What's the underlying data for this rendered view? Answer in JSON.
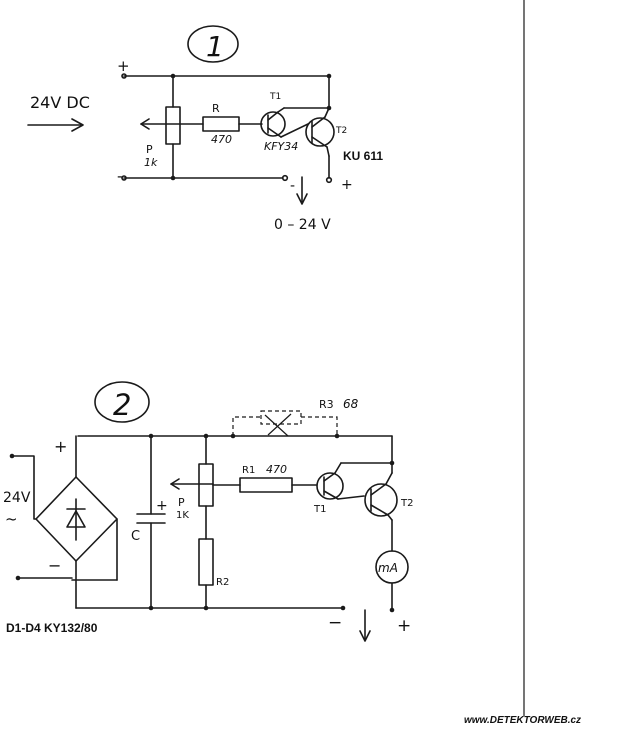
{
  "circuit1": {
    "number": "1",
    "supply": "24V DC",
    "plus_top": "+",
    "minus_left": "-",
    "pot_p": "P",
    "pot_value": "1k",
    "resistor_name": "R",
    "resistor_value": "470",
    "t1": "T1",
    "t1_type": "KFY34",
    "t2": "T2",
    "t2_type": "KU 611",
    "out_minus": "-",
    "out_plus": "+",
    "output_range": "0 – 24 V"
  },
  "circuit2": {
    "number": "2",
    "r3_name": "R3",
    "r3_value": "68",
    "plus": "+",
    "supply": "24V",
    "ac": "~",
    "minus": "−",
    "cap_plus": "+",
    "cap_name": "C",
    "pot_p": "P",
    "pot_value": "1K",
    "r1_name": "R1",
    "r1_value": "470",
    "r2_name": "R2",
    "t1": "T1",
    "t2": "T2",
    "meter": "mA",
    "out_minus": "−",
    "out_plus": "+",
    "diodes": "D1-D4  KY132/80"
  },
  "footer": {
    "website": "www.DETEKTORWEB.cz"
  }
}
